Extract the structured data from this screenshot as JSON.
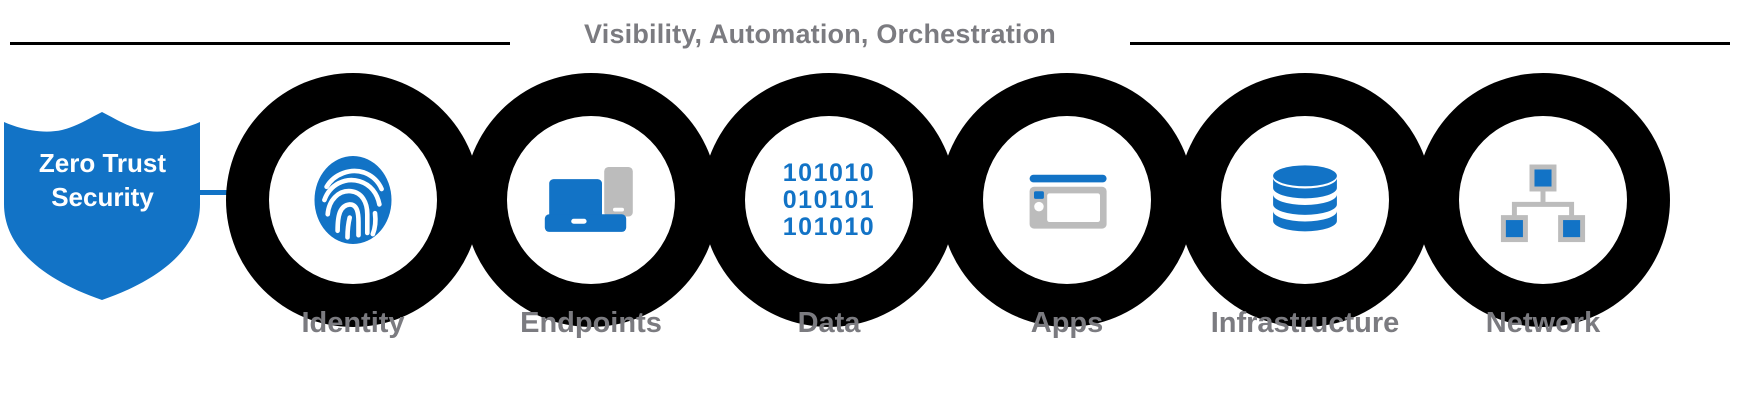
{
  "banner": {
    "title": "Visibility, Automation, Orchestration",
    "rule_color": "#000000",
    "title_color": "#7b7b80"
  },
  "shield": {
    "name": "zero-trust-shield",
    "line1": "Zero Trust",
    "line2": "Security",
    "fill_color": "#1273c6",
    "text_color": "#ffffff"
  },
  "connector": {
    "color": "#1273c6"
  },
  "colors": {
    "accent_blue": "#1273c6",
    "disc_outer": "#000000",
    "disc_inner": "#ffffff",
    "gray": "#bcbcbc",
    "label_gray": "#7b7b80"
  },
  "pillars": [
    {
      "id": "identity",
      "label": "Identity",
      "icon": "fingerprint-icon"
    },
    {
      "id": "endpoints",
      "label": "Endpoints",
      "icon": "laptop-and-phone-icon"
    },
    {
      "id": "data",
      "label": "Data",
      "icon": "binary-digits-icon",
      "binary_rows": [
        "101010",
        "010101",
        "101010"
      ]
    },
    {
      "id": "apps",
      "label": "Apps",
      "icon": "app-window-icon"
    },
    {
      "id": "infrastructure",
      "label": "Infrastructure",
      "icon": "database-stack-icon"
    },
    {
      "id": "network",
      "label": "Network",
      "icon": "network-hierarchy-icon"
    }
  ]
}
